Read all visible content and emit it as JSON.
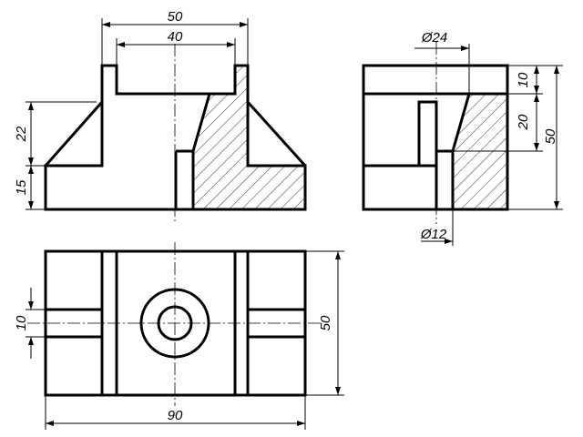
{
  "front_view": {
    "dims": {
      "outer_width": "50",
      "inner_width": "40",
      "rib_height": "22",
      "base_height": "15"
    }
  },
  "side_view": {
    "dims": {
      "counterbore_dia": "Ø24",
      "hole_dia": "Ø12",
      "top_height": "10",
      "middle_height": "20",
      "total_height": "50"
    }
  },
  "top_view": {
    "dims": {
      "slot_width": "10",
      "depth": "50",
      "length": "90"
    }
  }
}
